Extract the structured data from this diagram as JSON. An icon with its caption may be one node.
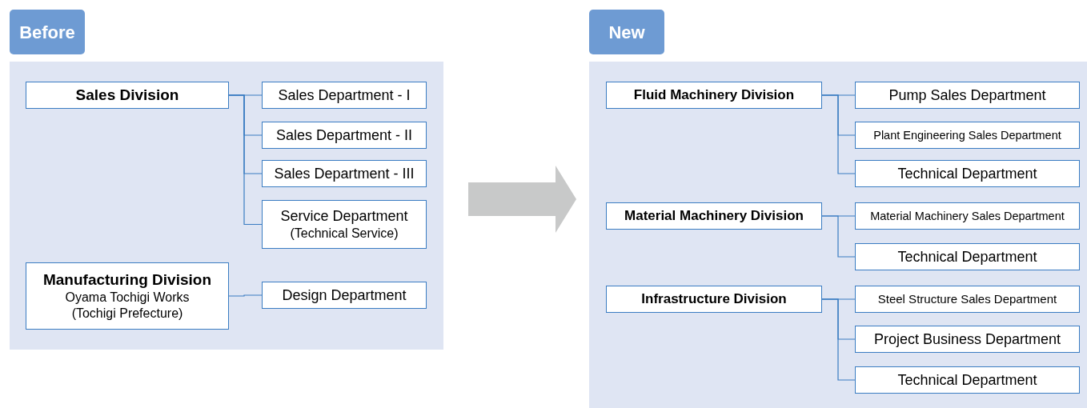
{
  "diagram": {
    "nodes": [
      {
        "text": [
          "Before"
        ]
      },
      {
        "text": [
          "Sales Division"
        ],
        "in": 0
      },
      {
        "text": [
          "Sales Department - I"
        ],
        "in": 0
      },
      {
        "text": [
          "Sales Department - II"
        ],
        "in": 0
      },
      {
        "text": [
          "Sales Department - III"
        ],
        "in": 0
      },
      {
        "text": [
          "Service Department",
          "(Technical Service)"
        ],
        "in": 0
      },
      {
        "text": [
          "Manufacturing Division",
          "Oyama Tochigi Works (Tochigi Prefecture)"
        ],
        "in": 0
      },
      {
        "text": [
          "Design Department"
        ],
        "in": 0
      },
      {
        "text": [
          "New"
        ]
      },
      {
        "text": [
          "Fluid Machinery Division"
        ],
        "in": 8
      },
      {
        "text": [
          "Pump Sales Department"
        ],
        "in": 8
      },
      {
        "text": [
          "Plant Engineering Sales Department"
        ],
        "in": 8
      },
      {
        "text": [
          "Technical Department"
        ],
        "in": 8
      },
      {
        "text": [
          "Material Machinery Division"
        ],
        "in": 8
      },
      {
        "text": [
          "Material Machinery Sales Department"
        ],
        "in": 8
      },
      {
        "text": [
          "Technical Department"
        ],
        "in": 8
      },
      {
        "text": [
          "Infrastructure Division"
        ],
        "in": 8
      },
      {
        "text": [
          "Steel Structure Sales Department"
        ],
        "in": 8
      },
      {
        "text": [
          "Project Business Department"
        ],
        "in": 8
      },
      {
        "text": [
          "Technical Department"
        ],
        "in": 8
      }
    ],
    "edges": [
      {
        "from": 0,
        "to": 8,
        "arrow": "to",
        "style": "thick",
        "color": "#c8c9c9"
      },
      {
        "from": 1,
        "to": 2,
        "arrow": "none"
      },
      {
        "from": 1,
        "to": 3,
        "arrow": "none"
      },
      {
        "from": 1,
        "to": 4,
        "arrow": "none"
      },
      {
        "from": 1,
        "to": 5,
        "arrow": "none"
      },
      {
        "from": 6,
        "to": 7,
        "arrow": "none"
      },
      {
        "from": 9,
        "to": 10,
        "arrow": "none"
      },
      {
        "from": 9,
        "to": 11,
        "arrow": "none"
      },
      {
        "from": 9,
        "to": 12,
        "arrow": "none"
      },
      {
        "from": 13,
        "to": 14,
        "arrow": "none"
      },
      {
        "from": 13,
        "to": 15,
        "arrow": "none"
      },
      {
        "from": 16,
        "to": 17,
        "arrow": "none"
      },
      {
        "from": 16,
        "to": 18,
        "arrow": "none"
      },
      {
        "from": 16,
        "to": 19,
        "arrow": "none"
      }
    ]
  }
}
